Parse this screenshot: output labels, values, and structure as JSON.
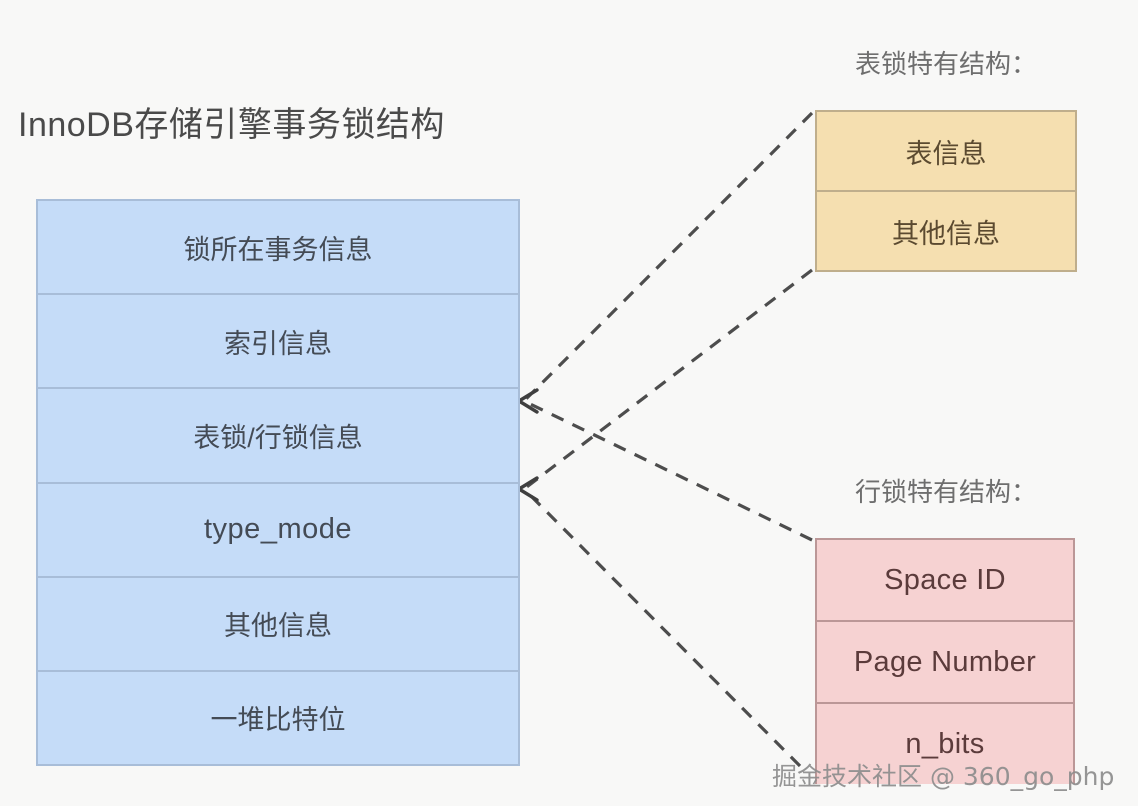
{
  "diagram": {
    "title": "InnoDB存储引擎事务锁结构",
    "background_color": "#f8f8f7"
  },
  "lock_struct": {
    "name": "InnoDB lock structure",
    "fill_color": "#c5dcf8",
    "border_color": "#a8bdd8",
    "rows": [
      {
        "label": "锁所在事务信息"
      },
      {
        "label": "索引信息"
      },
      {
        "label": "表锁/行锁信息"
      },
      {
        "label": "type_mode"
      },
      {
        "label": "其他信息"
      },
      {
        "label": "一堆比特位"
      }
    ]
  },
  "table_lock": {
    "caption": "表锁特有结构：",
    "fill_color": "#f5dfb0",
    "border_color": "#bfae8c",
    "rows": [
      {
        "label": "表信息"
      },
      {
        "label": "其他信息"
      }
    ]
  },
  "row_lock": {
    "caption": "行锁特有结构：",
    "fill_color": "#f6d2d2",
    "border_color": "#bb9797",
    "rows": [
      {
        "label": "Space ID"
      },
      {
        "label": "Page Number"
      },
      {
        "label": "n_bits"
      }
    ]
  },
  "watermark": {
    "text": "掘金技术社区 @ 360_go_php"
  }
}
